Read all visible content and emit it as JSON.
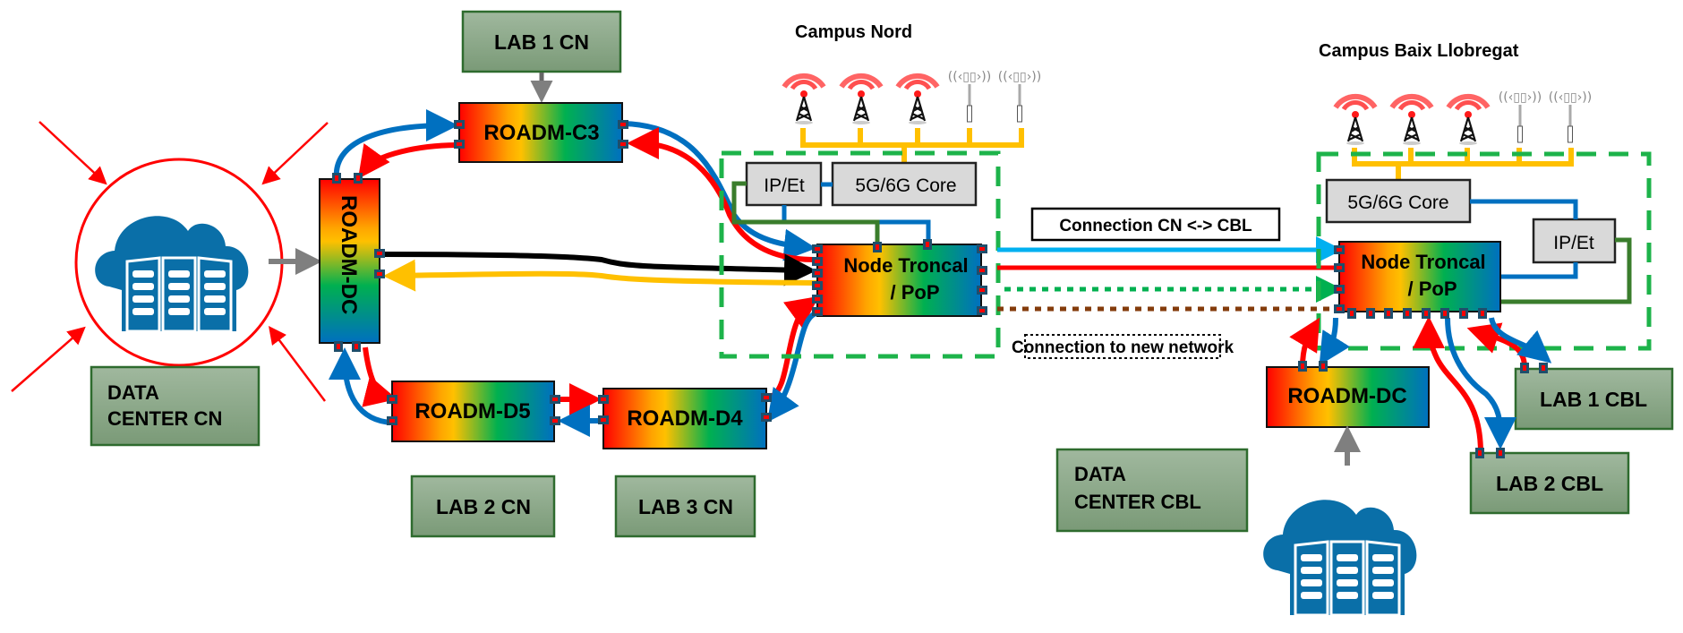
{
  "title": "Campus optical network topology",
  "colors": {
    "optical_blue": "#0070c0",
    "optical_red": "#ff0000",
    "black_link": "#000000",
    "yellow_link": "#ffc000",
    "light_blue_link": "#00b0f0",
    "green_dotted": "#00b050",
    "brown_dotted": "#843c0c",
    "ip_green": "#3a7d2c",
    "lab_green": "#8faa8a",
    "datacenter_blue": "#0a6fa8"
  },
  "campus_nord": {
    "title": "Campus Nord",
    "lab1": "LAB 1 CN",
    "lab2": "LAB 2 CN",
    "lab3": "LAB 3 CN",
    "data_center": [
      "DATA",
      "CENTER CN"
    ],
    "roadm_c3": "ROADM-C3",
    "roadm_dc": "ROADM-DC",
    "roadm_d5": "ROADM-D5",
    "roadm_d4": "ROADM-D4",
    "ip_et": "IP/Et",
    "core": "5G/6G Core",
    "node": [
      "Node Troncal",
      "/ PoP"
    ]
  },
  "campus_bl": {
    "title": "Campus Baix Llobregat",
    "core": "5G/6G Core",
    "ip_et": "IP/Et",
    "node": [
      "Node Troncal",
      "/ PoP"
    ],
    "roadm_dc": "ROADM-DC",
    "lab1": "LAB 1 CBL",
    "lab2": "LAB 2 CBL",
    "data_center": [
      "DATA",
      "CENTER CBL"
    ]
  },
  "links": {
    "cn_cbl": "Connection CN <-> CBL",
    "new_network": "Connection to new network"
  },
  "icons": {
    "cell_tower": "cell-tower-icon",
    "antenna_5g": "5g-antenna-icon",
    "data_center": "cloud-data-center-icon"
  }
}
